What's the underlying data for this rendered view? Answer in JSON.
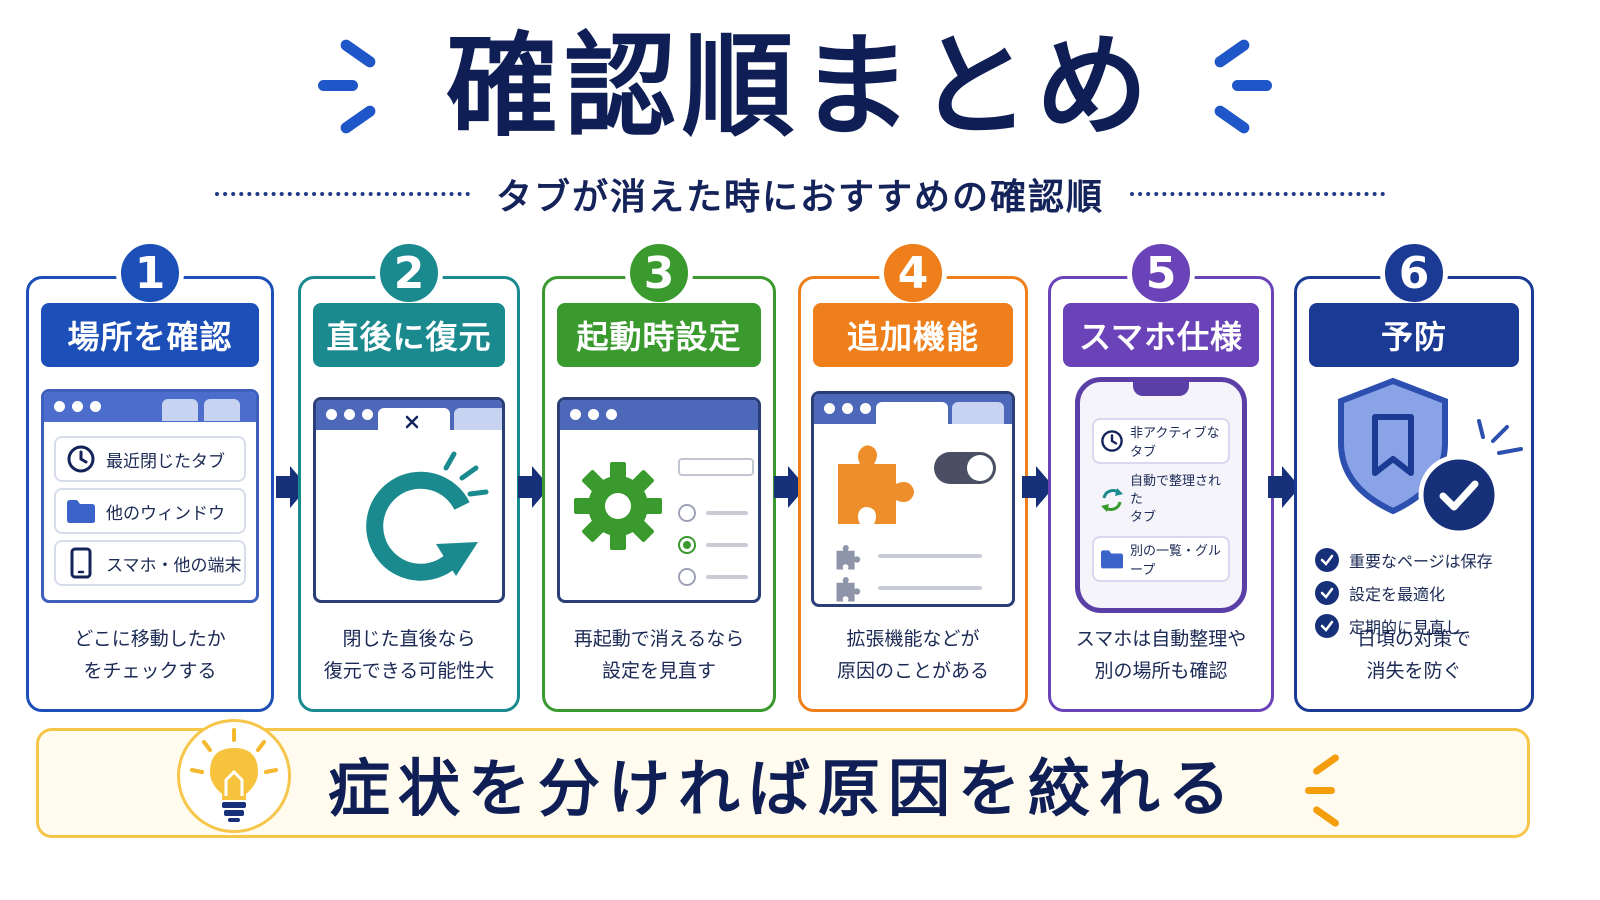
{
  "title": "確認順まとめ",
  "subtitle": "タブが消えた時におすすめの確認順",
  "colors": {
    "navy": "#0f1f55",
    "blue": "#1d4fb8",
    "teal": "#1a8a8f",
    "green": "#3a9a2e",
    "orange": "#ee7f1a",
    "purple": "#6b43b8",
    "darkblue": "#1a3a93",
    "yellow": "#f5c64a"
  },
  "steps": [
    {
      "number": "1",
      "label": "場所を確認",
      "items": [
        {
          "icon": "clock-icon",
          "text": "最近閉じたタブ"
        },
        {
          "icon": "folder-icon",
          "text": "他のウィンドウ"
        },
        {
          "icon": "phone-icon",
          "text": "スマホ・他の端末"
        }
      ],
      "desc": [
        "どこに移動したか",
        "をチェックする"
      ]
    },
    {
      "number": "2",
      "label": "直後に復元",
      "icon": "restore-icon",
      "desc": [
        "閉じた直後なら",
        "復元できる可能性大"
      ]
    },
    {
      "number": "3",
      "label": "起動時設定",
      "icon": "gear-icon",
      "desc": [
        "再起動で消えるなら",
        "設定を見直す"
      ]
    },
    {
      "number": "4",
      "label": "追加機能",
      "icon": "puzzle-icon",
      "desc": [
        "拡張機能などが",
        "原因のことがある"
      ]
    },
    {
      "number": "5",
      "label": "スマホ仕様",
      "items": [
        {
          "icon": "clock-icon",
          "text": "非アクティブなタブ"
        },
        {
          "icon": "sync-icon",
          "text": "自動で整理された",
          "text2": "タブ"
        },
        {
          "icon": "folder-icon",
          "text": "別の一覧・グループ"
        }
      ],
      "desc": [
        "スマホは自動整理や",
        "別の場所も確認"
      ]
    },
    {
      "number": "6",
      "label": "予防",
      "icon": "shield-icon",
      "checks": [
        "重要なページは保存",
        "設定を最適化",
        "定期的に見直し"
      ],
      "desc": [
        "日頃の対策で",
        "消失を防ぐ"
      ]
    }
  ],
  "banner": {
    "icon": "lightbulb-icon",
    "text": "症状を分ければ原因を絞れる"
  }
}
